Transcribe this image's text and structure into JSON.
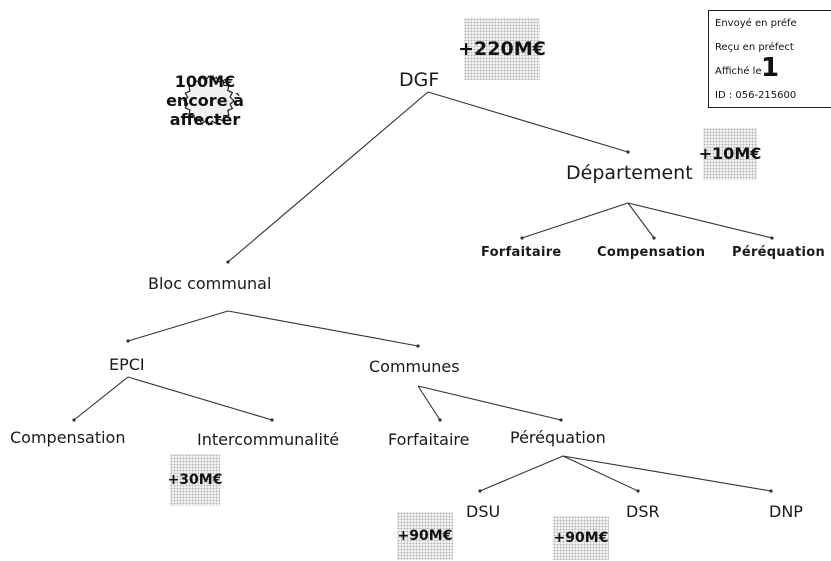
{
  "badge": {
    "lines": [
      "100M€",
      "encore à",
      "affecter"
    ]
  },
  "root": {
    "label": "DGF",
    "amount": "+220M€"
  },
  "departement": {
    "label": "Département",
    "amount": "+10M€",
    "children": [
      "Forfaitaire",
      "Compensation",
      "Péréquation"
    ]
  },
  "bloc": {
    "label": "Bloc communal"
  },
  "epci": {
    "label": "EPCI",
    "children": [
      "Compensation",
      "Intercommunalité"
    ],
    "intercommunalite_amount": "+30M€"
  },
  "communes": {
    "label": "Communes",
    "children": [
      "Forfaitaire",
      "Péréquation"
    ]
  },
  "perequation": {
    "children": [
      "DSU",
      "DSR",
      "DNP"
    ],
    "dsu_amount": "+90M€",
    "dsr_amount": "+90M€"
  },
  "stamp": {
    "line1": "Envoyé en préfe",
    "line2": "Reçu en préfect",
    "line3": "Affiché le",
    "line3_value": "1",
    "line4": "ID : 056-215600"
  }
}
